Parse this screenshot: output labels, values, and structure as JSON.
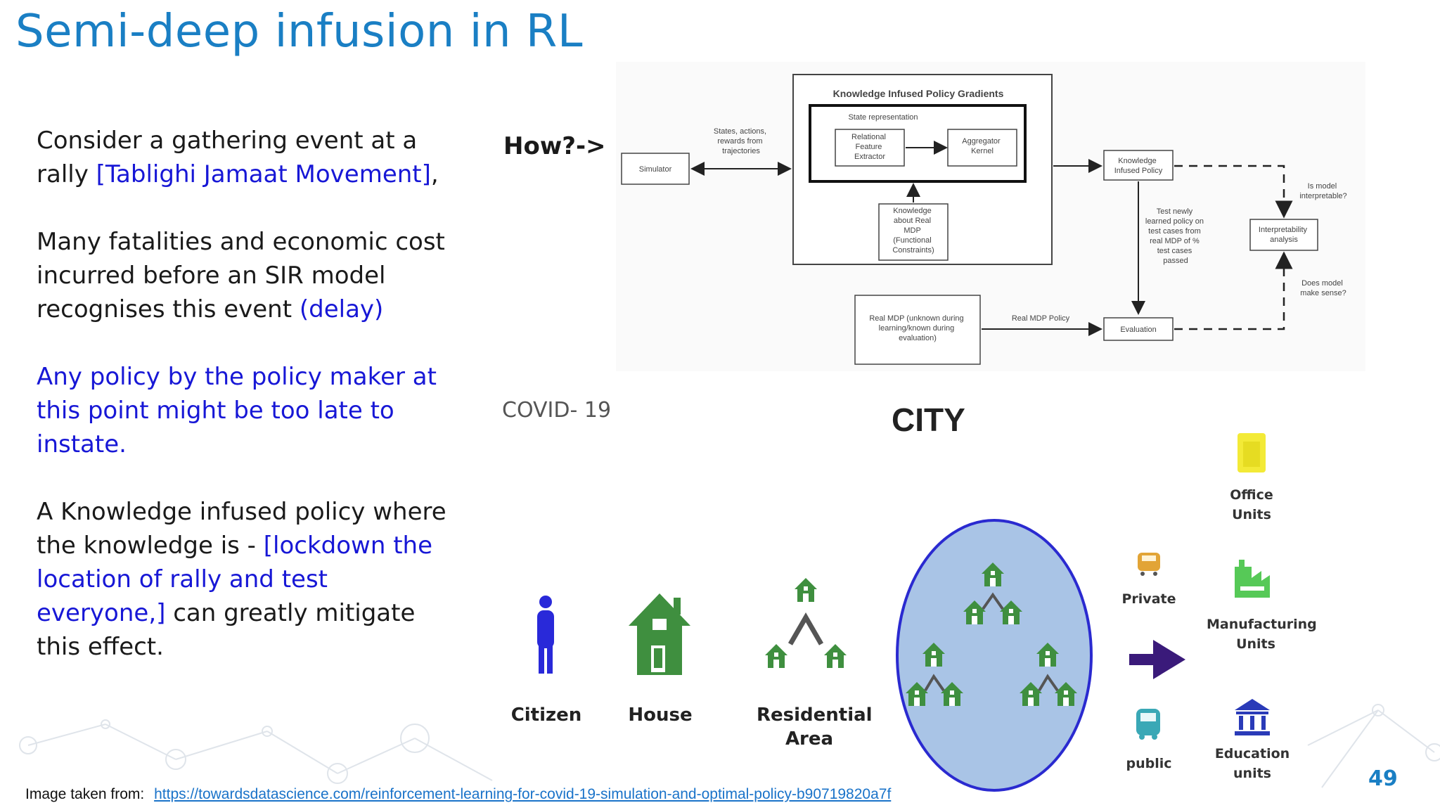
{
  "slide": {
    "title": "Semi-deep infusion in RL",
    "page_number": "49"
  },
  "body": {
    "p1_text": "Consider a gathering event at a rally ",
    "p1_highlight": "[Tablighi Jamaat Movement]",
    "p1_end": ",",
    "p2_text": "Many fatalities and economic cost incurred before an SIR model recognises this event ",
    "p2_highlight": "(delay)",
    "p3_highlight": "Any policy by the policy maker at this point might be too late to instate.",
    "p4_text": "A Knowledge infused policy where the knowledge is - ",
    "p4_highlight": "[lockdown the location of  rally and test everyone,]",
    "p4_end": " can greatly mitigate this effect."
  },
  "how_label": "How?->",
  "flow_diagram": {
    "title": "Knowledge Infused Policy Gradients",
    "state_representation": "State representation",
    "relational_feature_extractor": [
      "Relational",
      "Feature",
      "Extractor"
    ],
    "aggregator_kernel": [
      "Aggregator",
      "Kernel"
    ],
    "simulator": "Simulator",
    "states_actions": [
      "States, actions,",
      "rewards from",
      "trajectories"
    ],
    "knowledge_box": [
      "Knowledge",
      "about Real",
      "MDP",
      "(Functional",
      "Constraints)"
    ],
    "real_mdp": [
      "Real MDP (unknown during",
      "learning/known during",
      "evaluation)"
    ],
    "real_mdp_policy": "Real MDP Policy",
    "knowledge_infused_policy": [
      "Knowledge",
      "Infused Policy"
    ],
    "test_newly": [
      "Test newly",
      "learned policy on",
      "test cases from",
      "real MDP of %",
      "test cases",
      "passed"
    ],
    "evaluation": "Evaluation",
    "interpretability": [
      "Interpretability",
      "analysis"
    ],
    "is_model": [
      "Is model",
      "interpretable?"
    ],
    "does_model": [
      "Does model",
      "make sense?"
    ]
  },
  "city_diagram": {
    "covid_label": "COVID- 19",
    "city_label": "CITY",
    "citizen": "Citizen",
    "house": "House",
    "residential_line1": "Residential",
    "residential_line2": "Area",
    "private": "Private",
    "public": "public",
    "office_units": "Office Units",
    "manufacturing_line1": "Manufacturing",
    "manufacturing_line2": "Units",
    "education_line1": "Education",
    "education_line2": "units"
  },
  "footer": {
    "prefix": "Image taken from:",
    "link": "https://towardsdatascience.com/reinforcement-learning-for-covid-19-simulation-and-optimal-policy-b90719820a7f"
  },
  "colors": {
    "title_blue": "#1a7fc4",
    "highlight_blue": "#1717d6",
    "house_green": "#3f8f3f",
    "citizen_blue": "#2929d9",
    "arrow_purple": "#3a1a7a",
    "circle_fill": "#a9c4e6"
  }
}
